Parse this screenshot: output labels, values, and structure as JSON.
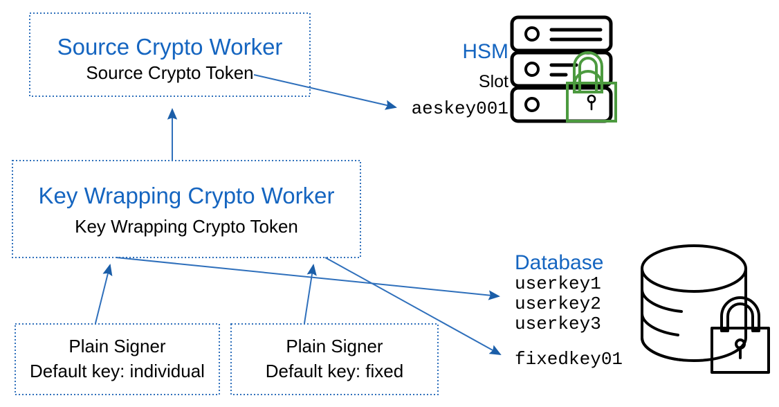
{
  "diagram": {
    "title_color": "#1565C0",
    "accent_color": "#2E6FBB",
    "lock_green": "#4C9A3F"
  },
  "nodes": {
    "source_worker": {
      "title": "Source Crypto Worker",
      "subtitle": "Source Crypto Token"
    },
    "key_wrapping_worker": {
      "title": "Key Wrapping Crypto Worker",
      "subtitle": "Key Wrapping Crypto Token"
    },
    "plain_signer_individual": {
      "line1": "Plain Signer",
      "line2": "Default key: individual"
    },
    "plain_signer_fixed": {
      "line1": "Plain Signer",
      "line2": "Default key: fixed"
    }
  },
  "hsm": {
    "title": "HSM",
    "subtitle": "Slot",
    "key": "aeskey001",
    "icon": "server-rack-icon",
    "lock_icon": "padlock-green-icon"
  },
  "database": {
    "title": "Database",
    "keys": [
      "userkey1",
      "userkey2",
      "userkey3"
    ],
    "fixed_key": "fixedkey01",
    "icon": "database-cylinder-icon",
    "lock_icon": "padlock-black-icon"
  }
}
